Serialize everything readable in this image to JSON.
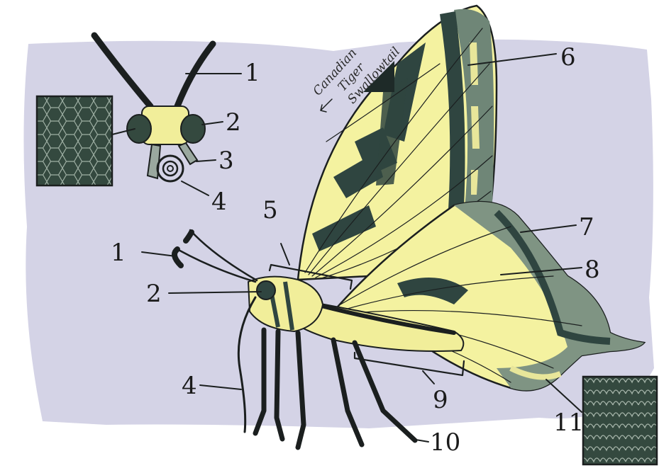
{
  "note": [
    "Canadian",
    "Tiger",
    "Swallowtail"
  ],
  "head_view_labels": [
    "1",
    "2",
    "3",
    "4"
  ],
  "side_view_labels": [
    "1",
    "2",
    "4",
    "5",
    "6",
    "7",
    "8",
    "9",
    "10",
    "11"
  ],
  "colors": {
    "background_wash": "#d4d3e6",
    "wing_yellow": "#f4f2a0",
    "stripe_dark": "#2f4540",
    "hindwing_green": "#7f9483",
    "ink": "#1b1f1f"
  }
}
